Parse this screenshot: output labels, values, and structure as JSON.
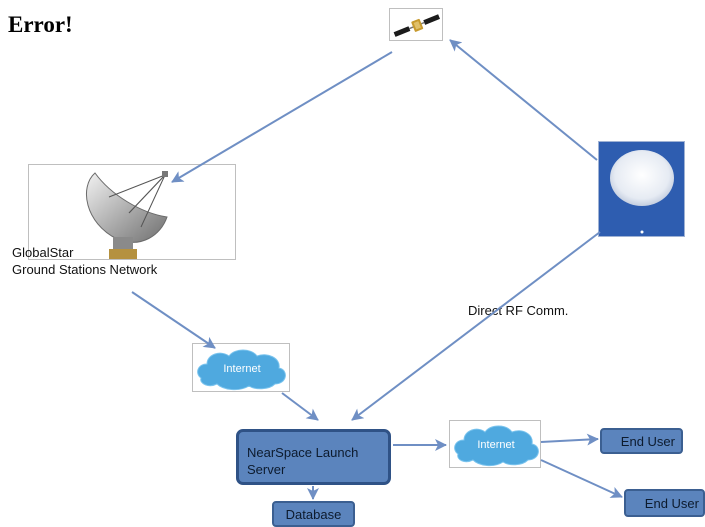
{
  "header": {
    "title": "Error!"
  },
  "nodes": {
    "ground_station": {
      "line1": "GlobalStar",
      "line2": "Ground Stations Network"
    },
    "internet_1": {
      "label": "Internet"
    },
    "internet_2": {
      "label": "Internet"
    },
    "server": {
      "line1": "NearSpace Launch",
      "line2": "Server"
    },
    "database": {
      "label": "Database"
    },
    "end_user_1": {
      "label": "End User"
    },
    "end_user_2": {
      "label": "End User"
    }
  },
  "edges": {
    "rf_label": "Direct RF Comm."
  },
  "icons": [
    "satellite-icon",
    "dish-antenna-icon",
    "balloon-photo-icon",
    "internet-cloud-icon"
  ],
  "colors": {
    "arrow": "#6f8fc4",
    "box_fill": "#5b84bd",
    "box_border": "#2f5286",
    "cloud": "#4fa9df",
    "balloon_bg": "#2e5db0"
  }
}
